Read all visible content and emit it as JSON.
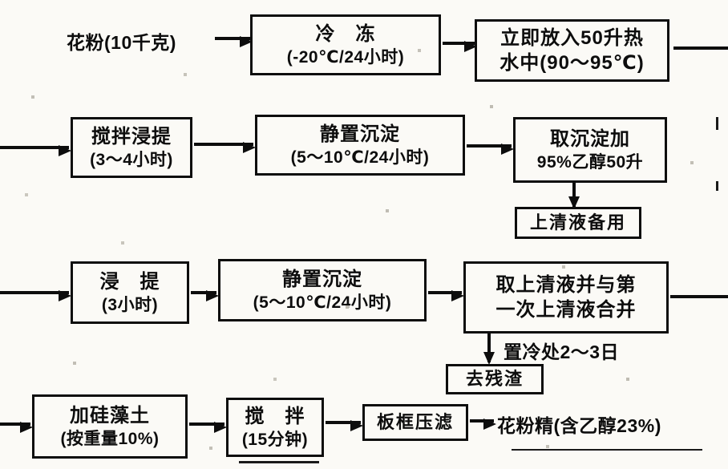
{
  "colors": {
    "ink": "#0d0d0d",
    "paper": "#fbfaf6"
  },
  "nodes": {
    "start": "花粉(10千克)",
    "freeze": {
      "lines": [
        "冷　冻",
        "(-20℃/24小时)"
      ]
    },
    "hot_water": {
      "lines": [
        "立即放入50升热",
        "水中(90～95℃)"
      ]
    },
    "stir_extract": {
      "lines": [
        "搅拌浸提",
        "(3～4小时)"
      ]
    },
    "settle_1": {
      "lines": [
        "静置沉淀",
        "(5～10℃/24小时)"
      ]
    },
    "take_sediment": {
      "lines": [
        "取沉淀加",
        "95%乙醇50升"
      ]
    },
    "supernatant_reserve": "上清液备用",
    "extract": {
      "lines": [
        "浸　提",
        "(3小时)"
      ]
    },
    "settle_2": {
      "lines": [
        "静置沉淀",
        "(5～10℃/24小时)"
      ]
    },
    "merge_supernatant": {
      "lines": [
        "取上清液并与第",
        "一次上清液合并"
      ]
    },
    "cold_note": "置冷处2～3日",
    "remove_residue": "去残渣",
    "add_diatomite": {
      "lines": [
        "加硅藻土",
        "(按重量10%)"
      ]
    },
    "stir": {
      "lines": [
        "搅　拌",
        "(15分钟)"
      ]
    },
    "filter_press": "板框压滤",
    "product": "花粉精(含乙醇23%)"
  }
}
